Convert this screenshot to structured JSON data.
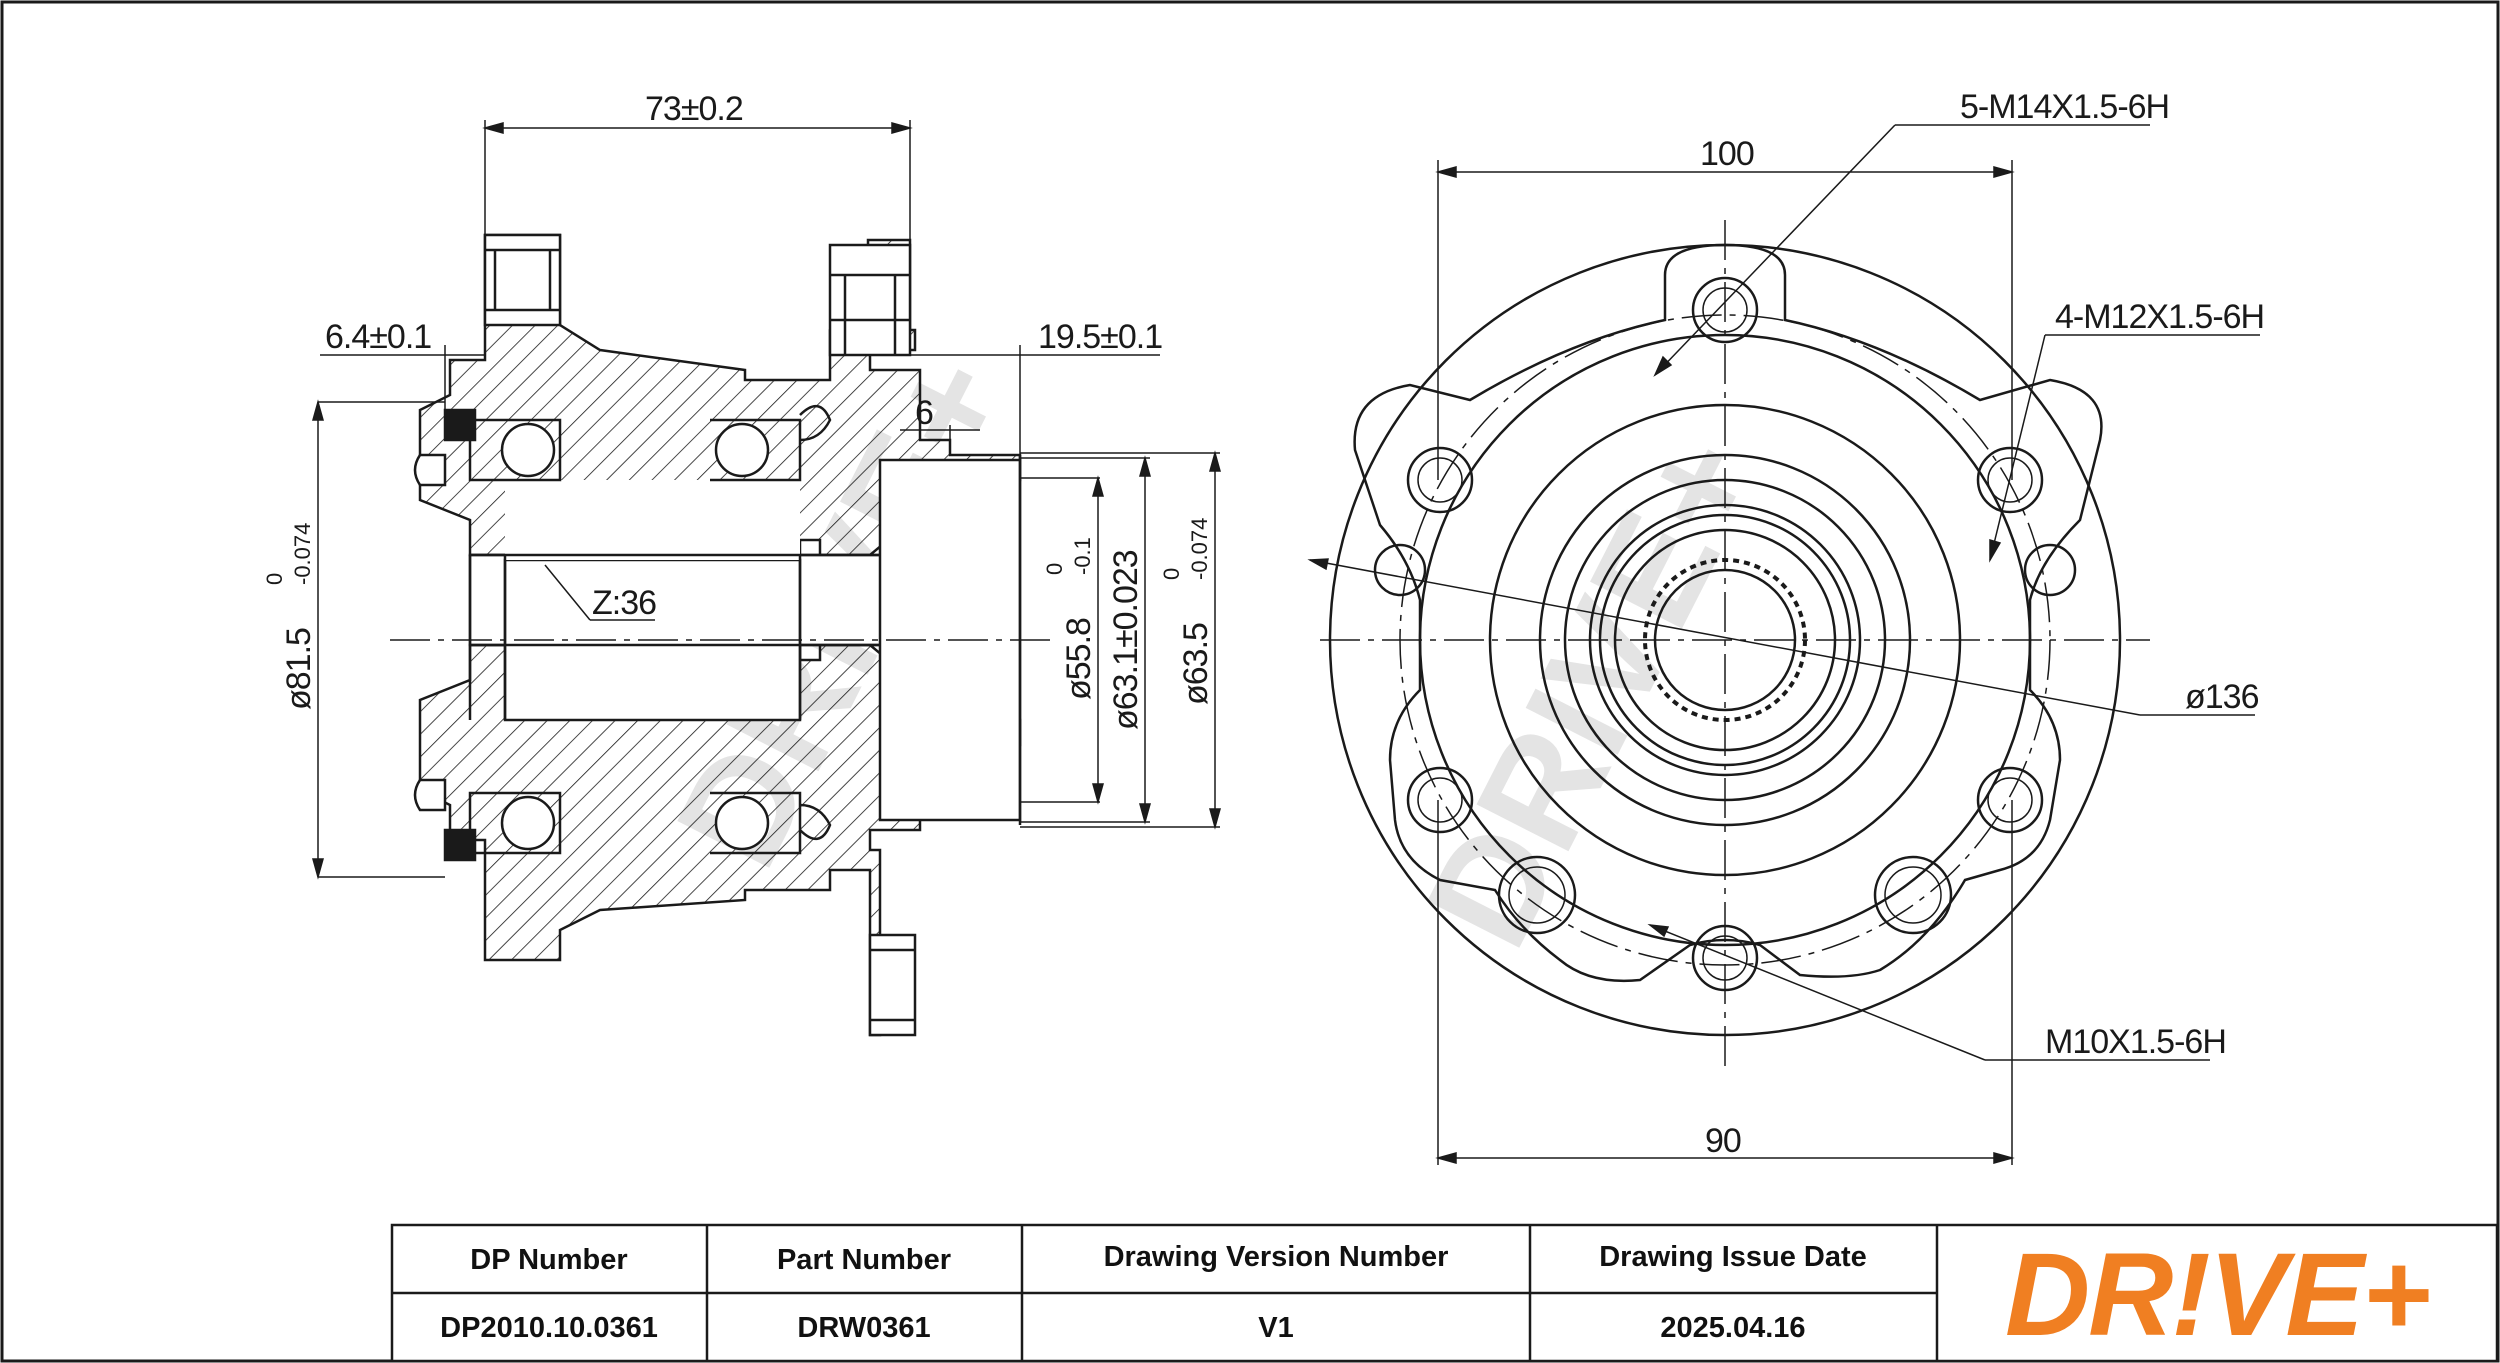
{
  "dimensions": {
    "width_73": "73±0.2",
    "offset_6_4": "6.4±0.1",
    "width_19_5": "19.5±0.1",
    "step_6": "6",
    "spline": "Z:36",
    "dia_81_5": "ø81.5",
    "dia_81_5_tol_upper": "0",
    "dia_81_5_tol_lower": "-0.074",
    "dia_55_8": "ø55.8",
    "dia_55_8_tol_upper": "0",
    "dia_55_8_tol_lower": "-0.1",
    "dia_63_1": "ø63.1±0.023",
    "dia_63_5": "ø63.5",
    "dia_63_5_tol_upper": "0",
    "dia_63_5_tol_lower": "-0.074",
    "bolt_spacing_100": "100",
    "bolt_spacing_90": "90",
    "thread_m14": "5-M14X1.5-6H",
    "thread_m12": "4-M12X1.5-6H",
    "thread_m10": "M10X1.5-6H",
    "dia_136": "ø136"
  },
  "watermark": "DRIVE+",
  "title_block": {
    "headers": [
      "DP Number",
      "Part Number",
      "Drawing Version Number",
      "Drawing Issue Date"
    ],
    "values": [
      "DP2010.10.0361",
      "DRW0361",
      "V1",
      "2025.04.16"
    ],
    "logo_text": "DR!VE+",
    "logo_color": "#f07f22"
  },
  "colors": {
    "line": "#1a1a1a",
    "watermark": "#e0e0e0",
    "brand": "#f07f22"
  }
}
